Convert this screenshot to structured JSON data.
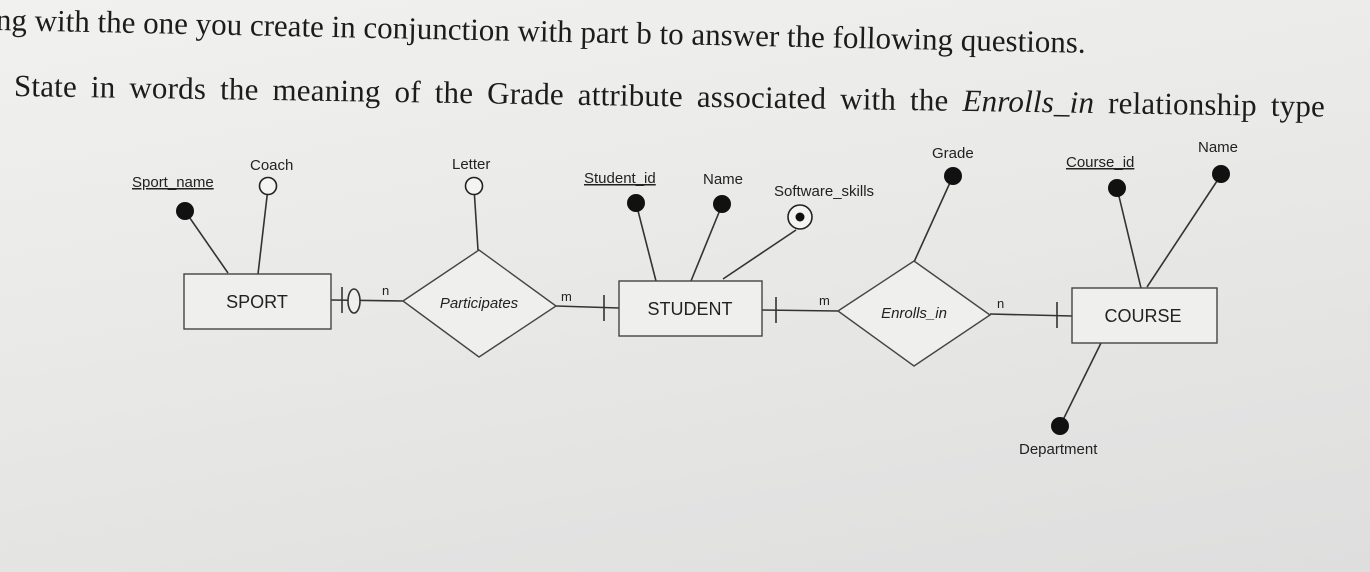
{
  "text": {
    "line1": "ng with the one you create in conjunction with part b to answer the following questions.",
    "line2_before": "State in words the meaning of the Grade attribute associated with the ",
    "line2_italic": "Enrolls_in",
    "line2_after": " relationship type"
  },
  "diagram": {
    "entities": {
      "sport": "SPORT",
      "student": "STUDENT",
      "course": "COURSE"
    },
    "relationships": {
      "participates": "Participates",
      "enrolls_in": "Enrolls_in"
    },
    "attributes": {
      "sport_name": "Sport_name",
      "coach": "Coach",
      "letter": "Letter",
      "student_id": "Student_id",
      "student_name": "Name",
      "software_skills": "Software_skills",
      "grade": "Grade",
      "course_id": "Course_id",
      "course_name": "Name",
      "department": "Department"
    },
    "cardinalities": {
      "sport_participates": "n",
      "participates_student": "m",
      "student_enrolls": "m",
      "enrolls_course": "n"
    }
  }
}
